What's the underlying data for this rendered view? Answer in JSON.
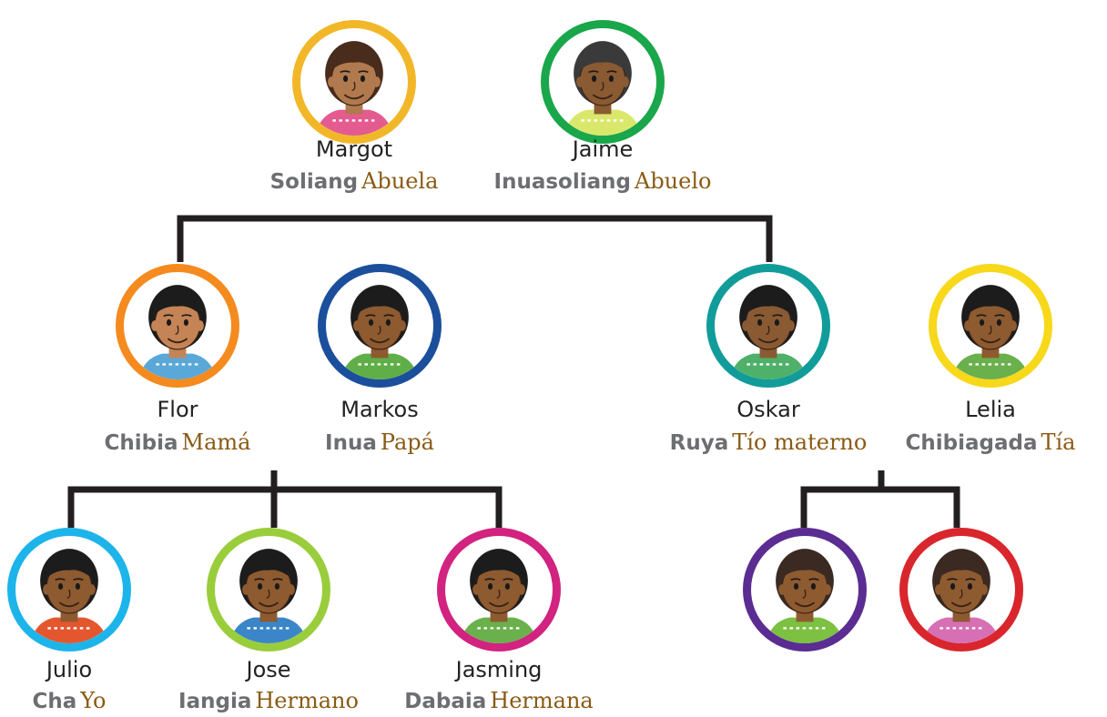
{
  "family": {
    "grandmother": {
      "name": "Margot",
      "native": "Soliang",
      "spanish": "Abuela",
      "ring_color": "#f2b729",
      "skin": "#b07a4e",
      "hair": "#4a2c1c",
      "shirt": "#e35b8f"
    },
    "grandfather": {
      "name": "Jaime",
      "native": "Inuasoliang",
      "spanish": "Abuelo",
      "ring_color": "#1aa64b",
      "skin": "#8a5a33",
      "hair": "#3a3a3a",
      "shirt": "#d9e86b"
    },
    "mother": {
      "name": "Flor",
      "native": "Chibia",
      "spanish": "Mamá",
      "ring_color": "#f58a1f",
      "skin": "#c48456",
      "hair": "#1c1c1c",
      "shirt": "#5aa8d8"
    },
    "father": {
      "name": "Markos",
      "native": "Inua",
      "spanish": "Papá",
      "ring_color": "#1b4f9c",
      "skin": "#8e5a30",
      "hair": "#1c1c1c",
      "shirt": "#5fae48"
    },
    "uncle": {
      "name": "Oskar",
      "native": "Ruya",
      "spanish": "Tío materno",
      "ring_color": "#119c9a",
      "skin": "#8a5a33",
      "hair": "#1c1c1c",
      "shirt": "#4fb06a"
    },
    "aunt": {
      "name": "Lelia",
      "native": "Chibiagada",
      "spanish": "Tía",
      "ring_color": "#f7d81a",
      "skin": "#8e5a30",
      "hair": "#1c1c1c",
      "shirt": "#6ab04c"
    },
    "self": {
      "name": "Julio",
      "native": "Cha",
      "spanish": "Yo",
      "ring_color": "#1db4ea",
      "skin": "#8e5a30",
      "hair": "#1c1c1c",
      "shirt": "#e4572e"
    },
    "brother": {
      "name": "Jose",
      "native": "Iangia",
      "spanish": "Hermano",
      "ring_color": "#9acd3c",
      "skin": "#8e5a30",
      "hair": "#1c1c1c",
      "shirt": "#3a86c8"
    },
    "sister": {
      "name": "Jasming",
      "native": "Dabaia",
      "spanish": "Hermana",
      "ring_color": "#d1237f",
      "skin": "#8e5a30",
      "hair": "#1c1c1c",
      "shirt": "#6ab04c"
    },
    "cousin_1": {
      "ring_color": "#5b2c91",
      "skin": "#8e5a30",
      "hair": "#3a2a22",
      "shirt": "#7cc142"
    },
    "cousin_2": {
      "ring_color": "#d8262c",
      "skin": "#8e5a30",
      "hair": "#3a2a22",
      "shirt": "#d66fb4"
    }
  },
  "connector_color": "#231f20"
}
